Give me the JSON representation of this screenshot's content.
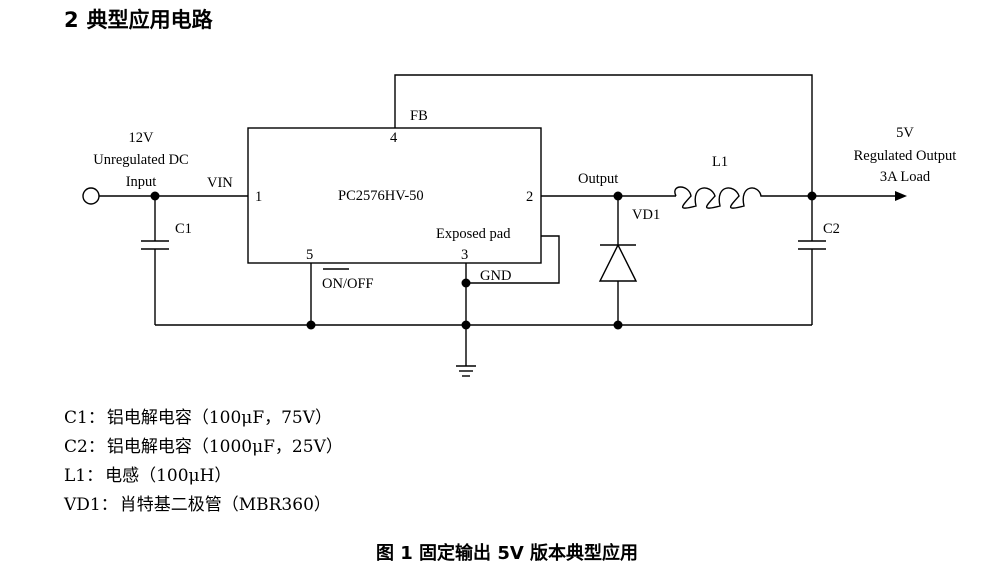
{
  "section": {
    "number": "2",
    "title": "典型应用电路"
  },
  "schematic": {
    "input_voltage": "12V",
    "input_desc": "Unregulated DC",
    "input_word": "Input",
    "pin_vin": "VIN",
    "pin1": "1",
    "pin2": "2",
    "pin3": "3",
    "pin4": "4",
    "pin5": "5",
    "pin_fb": "FB",
    "chip_name": "PC2576HV-50",
    "exposed_pad": "Exposed pad",
    "gnd": "GND",
    "on_label": "ON",
    "off_label": "/OFF",
    "output_node": "Output",
    "c1": "C1",
    "c2": "C2",
    "l1": "L1",
    "vd1": "VD1",
    "output_voltage": "5V",
    "output_desc": "Regulated Output",
    "load_desc": "3A Load"
  },
  "bom": [
    {
      "ref": "C1：",
      "desc": "铝电解电容（100μF，75V）"
    },
    {
      "ref": "C2：",
      "desc": "铝电解电容（1000μF，25V）"
    },
    {
      "ref": "L1：",
      "desc": "电感（100μH）"
    },
    {
      "ref": "VD1：",
      "desc": "肖特基二极管（MBR360）"
    }
  ],
  "caption": "图 1 固定输出 5V 版本典型应用"
}
